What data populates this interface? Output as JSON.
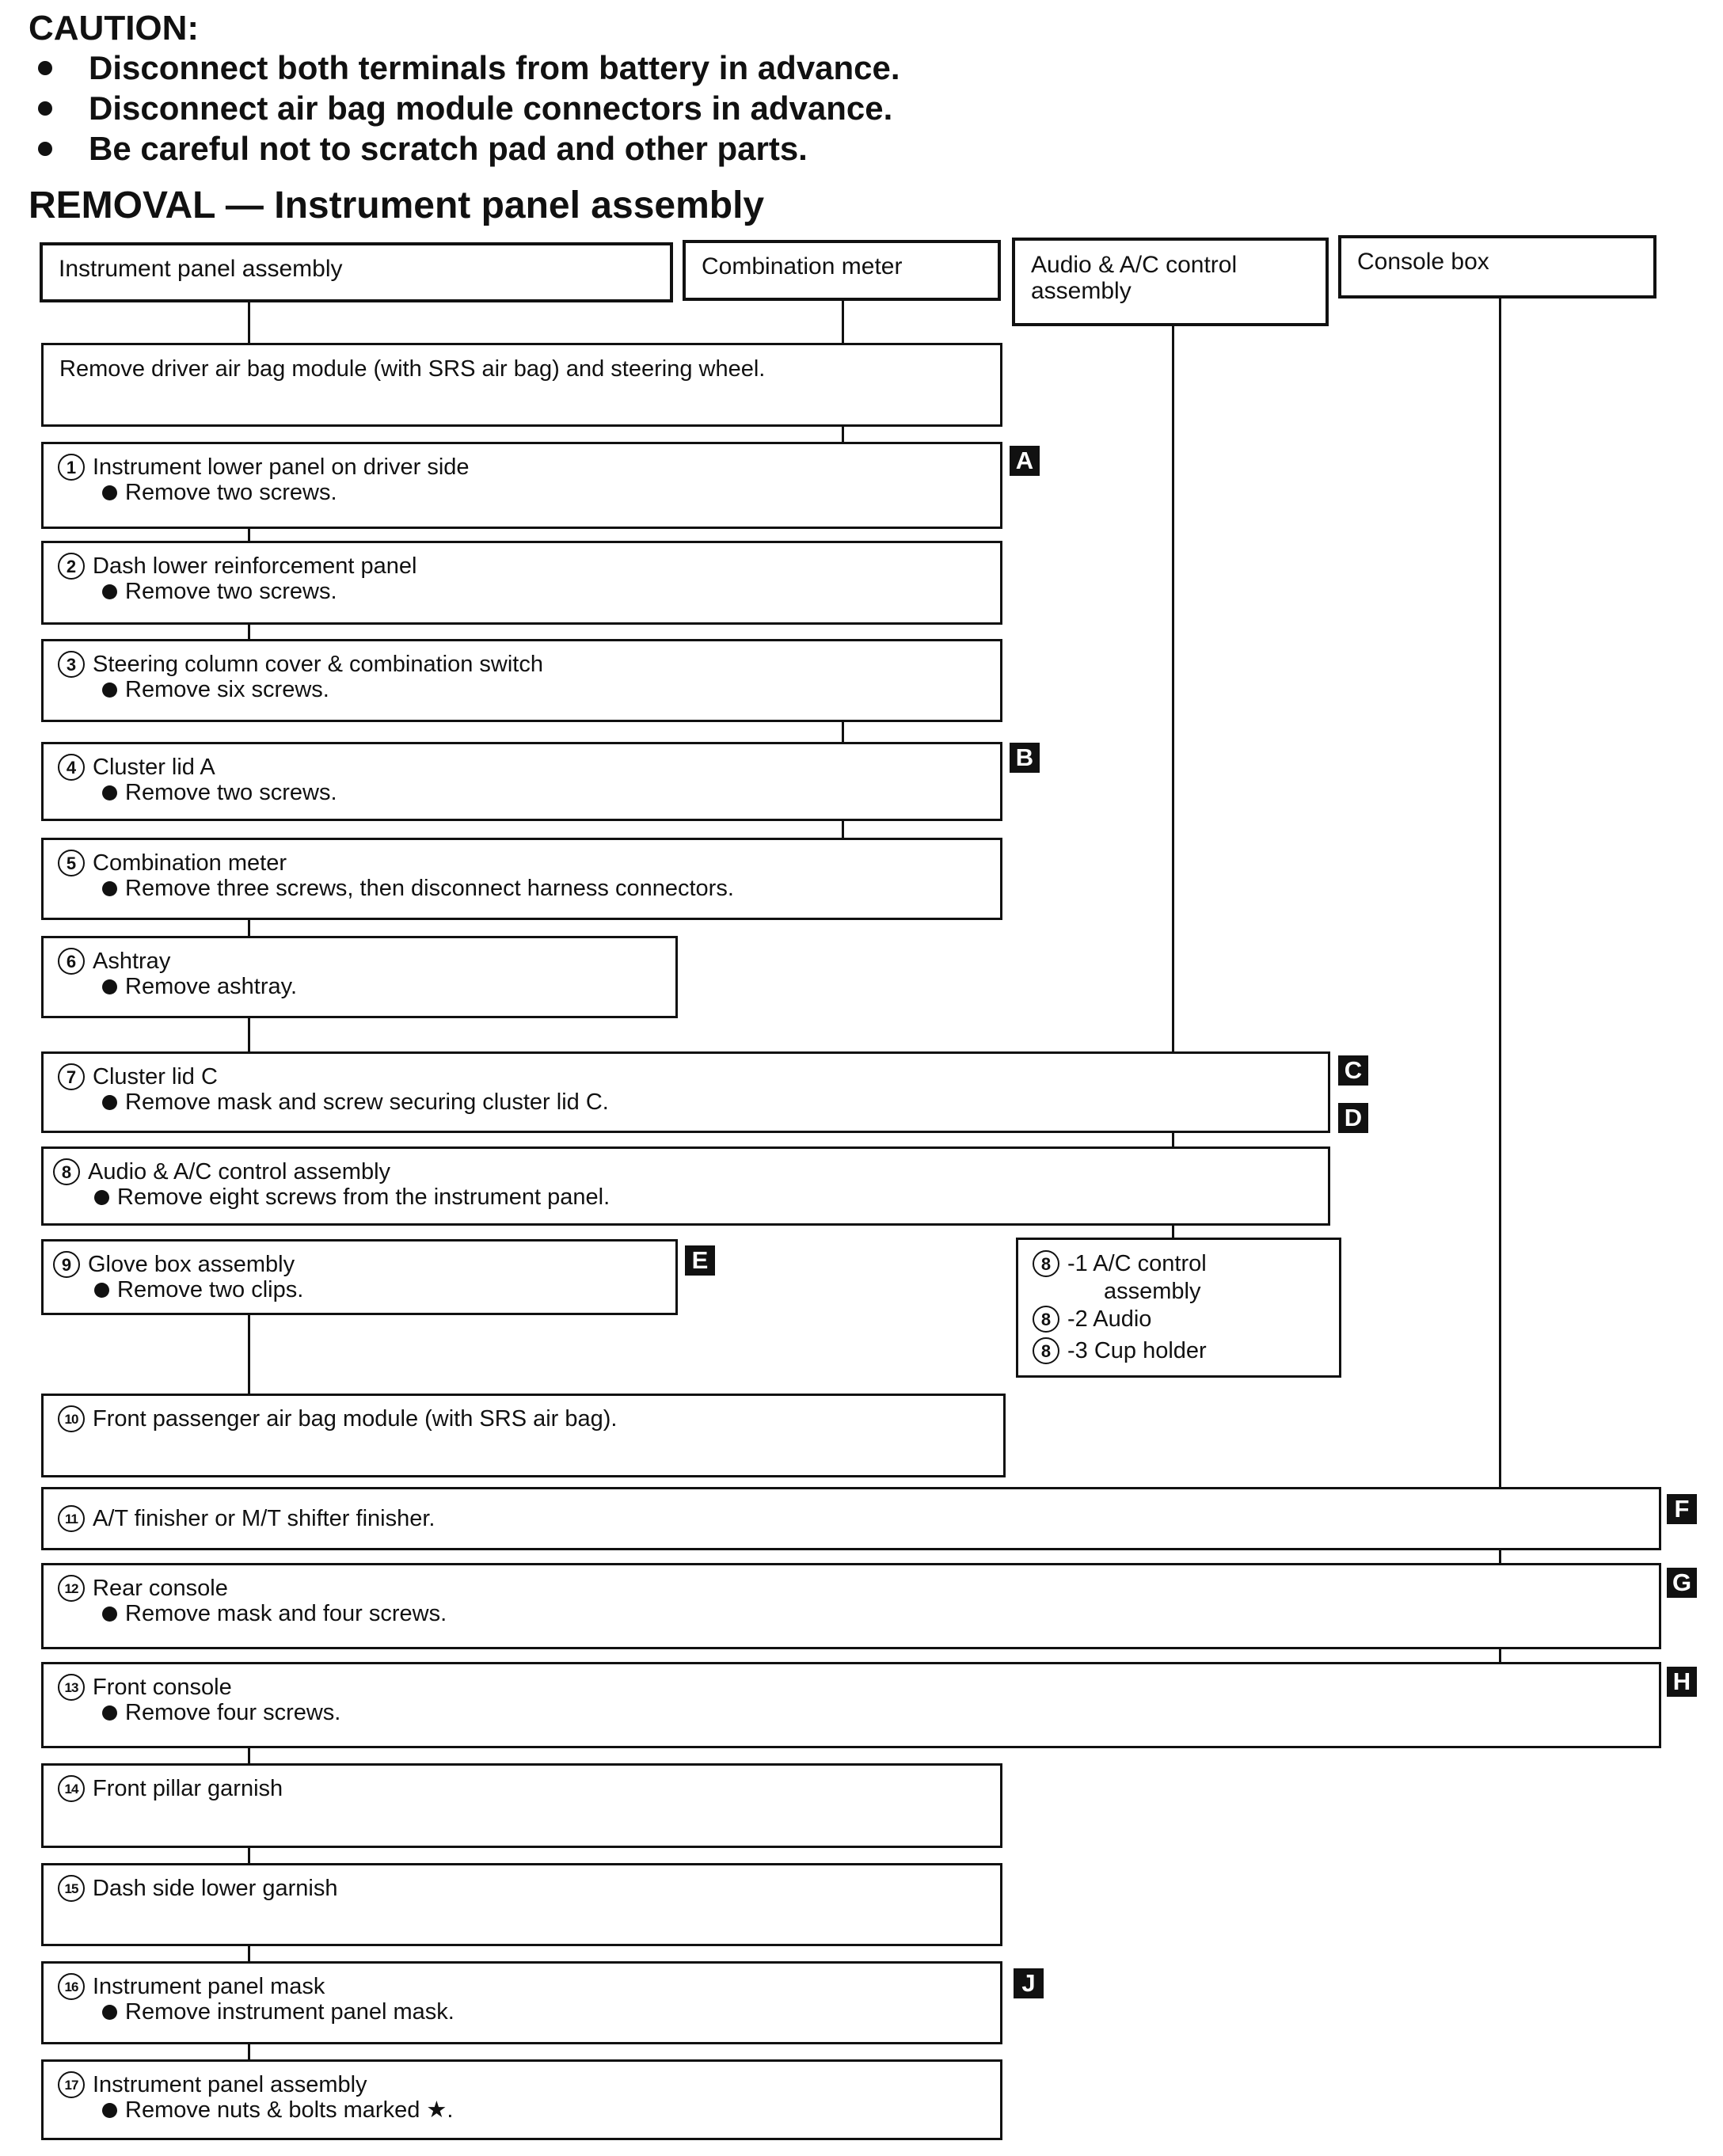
{
  "caution": {
    "title": "CAUTION:",
    "items": [
      "Disconnect both terminals from battery in advance.",
      "Disconnect air bag module connectors in advance.",
      "Be careful not to scratch pad and other parts."
    ]
  },
  "section_title": "REMOVAL — Instrument panel assembly",
  "headers": {
    "instrument_panel": "Instrument panel assembly",
    "combination_meter": "Combination meter",
    "audio_ac": "Audio & A/C control assembly",
    "console_box": "Console box"
  },
  "intro_step": "Remove driver air bag module (with SRS air bag) and steering wheel.",
  "steps": [
    {
      "num": "1",
      "title": "Instrument lower panel on driver side",
      "detail": "Remove two screws."
    },
    {
      "num": "2",
      "title": "Dash lower reinforcement panel",
      "detail": "Remove two screws."
    },
    {
      "num": "3",
      "title": "Steering column cover & combination switch",
      "detail": "Remove six screws."
    },
    {
      "num": "4",
      "title": "Cluster lid A",
      "detail": "Remove two screws."
    },
    {
      "num": "5",
      "title": "Combination meter",
      "detail": "Remove three screws, then disconnect harness connectors."
    },
    {
      "num": "6",
      "title": "Ashtray",
      "detail": "Remove ashtray."
    },
    {
      "num": "7",
      "title": "Cluster lid C",
      "detail": "Remove mask and screw securing cluster lid C."
    },
    {
      "num": "8",
      "title": "Audio & A/C control assembly",
      "detail": "Remove eight screws from the instrument panel."
    },
    {
      "num": "9",
      "title": "Glove box assembly",
      "detail": "Remove two clips."
    },
    {
      "num": "10",
      "title": "Front passenger air bag module (with SRS air bag).",
      "detail": ""
    },
    {
      "num": "11",
      "title": "A/T finisher or M/T shifter finisher.",
      "detail": ""
    },
    {
      "num": "12",
      "title": "Rear console",
      "detail": "Remove mask and four screws."
    },
    {
      "num": "13",
      "title": "Front console",
      "detail": "Remove four screws."
    },
    {
      "num": "14",
      "title": "Front pillar garnish",
      "detail": ""
    },
    {
      "num": "15",
      "title": "Dash side lower garnish",
      "detail": ""
    },
    {
      "num": "16",
      "title": "Instrument panel mask",
      "detail": "Remove instrument panel mask."
    },
    {
      "num": "17",
      "title": "Instrument panel assembly",
      "detail": "Remove nuts & bolts marked ★."
    }
  ],
  "sub_steps": {
    "num": "8",
    "items": [
      {
        "suffix": "-1 A/C control",
        "continuation": "assembly"
      },
      {
        "suffix": "-2 Audio"
      },
      {
        "suffix": "-3 Cup holder"
      }
    ]
  },
  "refs": [
    "A",
    "B",
    "C",
    "D",
    "E",
    "F",
    "G",
    "H",
    "J"
  ]
}
